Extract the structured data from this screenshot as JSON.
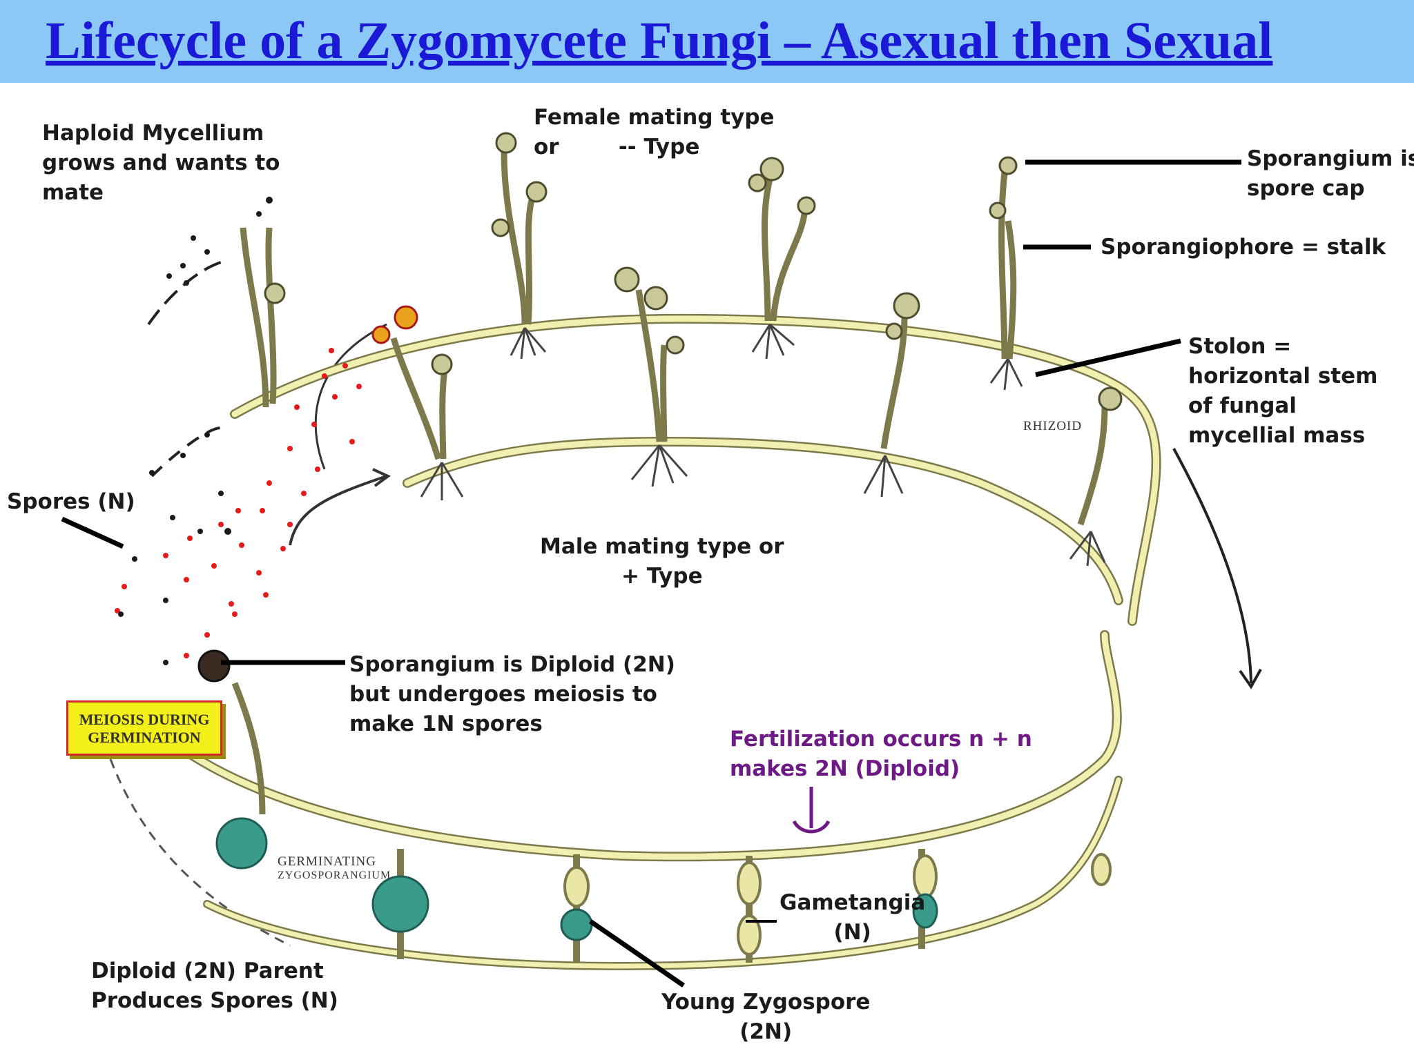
{
  "title": "Lifecycle of a Zygomycete Fungi – Asexual then Sexual",
  "colors": {
    "title_bar": "#8cc8f5",
    "title_text": "#1a1ad6",
    "hypha": "#f2f0b0",
    "hypha_outline": "#7c7a4a",
    "red_spore": "#e41b1b",
    "black_spore": "#1a1a1a",
    "zygospore": "#3b9b8a",
    "purple_text": "#6e1a86",
    "box_fill": "#f3ef1a",
    "box_border": "#cf2a23"
  },
  "labels": {
    "haploid": [
      "Haploid Mycellium",
      "grows and wants to",
      "mate"
    ],
    "female": [
      "Female mating type",
      "or        -- Type"
    ],
    "sporangium_cap": [
      "Sporangium is",
      "spore cap"
    ],
    "sporangiophore": "Sporangiophore = stalk",
    "stolon": [
      "Stolon =",
      "horizontal stem",
      "of fungal",
      "mycellial mass"
    ],
    "rhizoid": "RHIZOID",
    "spores": "Spores (N)",
    "male": [
      "Male mating type or",
      "+ Type"
    ],
    "sporangium_diploid": [
      "Sporangium is Diploid (2N)",
      "but undergoes meiosis to",
      "make 1N spores"
    ],
    "meiosis_box": [
      "MEIOSIS DURING",
      "GERMINATION"
    ],
    "fertilization": [
      "Fertilization occurs n + n",
      "makes 2N (Diploid)"
    ],
    "germinating": [
      "GERMINATING",
      "ZYGOSPORANGIUM"
    ],
    "gametangia": [
      "Gametangia",
      "(N)"
    ],
    "diploid_parent": [
      "Diploid (2N) Parent",
      "Produces Spores (N)"
    ],
    "young_zygospore": [
      "Young Zygospore",
      "(2N)"
    ]
  }
}
